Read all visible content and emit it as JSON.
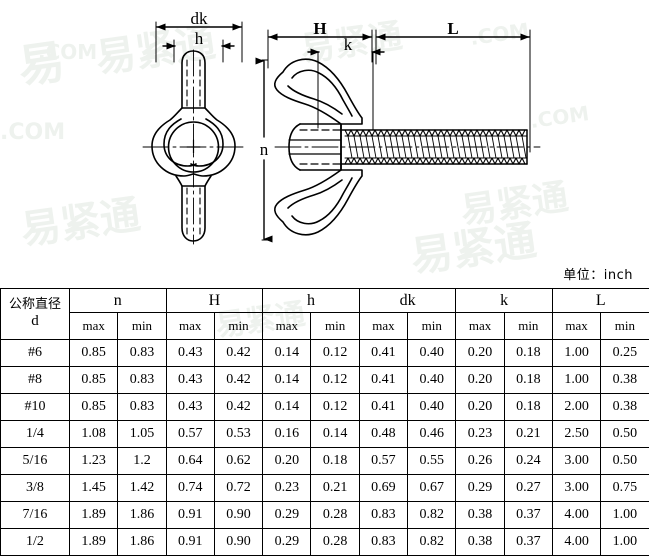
{
  "unit_note": "单位：inch",
  "drawing": {
    "title": "wing-bolt-engineering-drawing",
    "dimension_labels": {
      "dk": "dk",
      "h": "h",
      "n": "n",
      "H": "H",
      "k": "k",
      "L": "L"
    },
    "views": [
      "front-view",
      "side-view"
    ]
  },
  "watermarks": [
    "易紧通",
    ".COM",
    "易紧通.COM"
  ],
  "table": {
    "first_header": {
      "chinese": "公称直径",
      "symbol": "d"
    },
    "groups": [
      "n",
      "H",
      "h",
      "dk",
      "k",
      "L"
    ],
    "subheaders": [
      "max",
      "min"
    ],
    "rows": [
      {
        "d": "#6",
        "values": [
          "0.85",
          "0.83",
          "0.43",
          "0.42",
          "0.14",
          "0.12",
          "0.41",
          "0.40",
          "0.20",
          "0.18",
          "1.00",
          "0.25"
        ]
      },
      {
        "d": "#8",
        "values": [
          "0.85",
          "0.83",
          "0.43",
          "0.42",
          "0.14",
          "0.12",
          "0.41",
          "0.40",
          "0.20",
          "0.18",
          "1.00",
          "0.38"
        ]
      },
      {
        "d": "#10",
        "values": [
          "0.85",
          "0.83",
          "0.43",
          "0.42",
          "0.14",
          "0.12",
          "0.41",
          "0.40",
          "0.20",
          "0.18",
          "2.00",
          "0.38"
        ]
      },
      {
        "d": "1/4",
        "values": [
          "1.08",
          "1.05",
          "0.57",
          "0.53",
          "0.16",
          "0.14",
          "0.48",
          "0.46",
          "0.23",
          "0.21",
          "2.50",
          "0.50"
        ]
      },
      {
        "d": "5/16",
        "values": [
          "1.23",
          "1.2",
          "0.64",
          "0.62",
          "0.20",
          "0.18",
          "0.57",
          "0.55",
          "0.26",
          "0.24",
          "3.00",
          "0.50"
        ]
      },
      {
        "d": "3/8",
        "values": [
          "1.45",
          "1.42",
          "0.74",
          "0.72",
          "0.23",
          "0.21",
          "0.69",
          "0.67",
          "0.29",
          "0.27",
          "3.00",
          "0.75"
        ]
      },
      {
        "d": "7/16",
        "values": [
          "1.89",
          "1.86",
          "0.91",
          "0.90",
          "0.29",
          "0.28",
          "0.83",
          "0.82",
          "0.38",
          "0.37",
          "4.00",
          "1.00"
        ]
      },
      {
        "d": "1/2",
        "values": [
          "1.89",
          "1.86",
          "0.91",
          "0.90",
          "0.29",
          "0.28",
          "0.83",
          "0.82",
          "0.38",
          "0.37",
          "4.00",
          "1.00"
        ]
      }
    ]
  }
}
